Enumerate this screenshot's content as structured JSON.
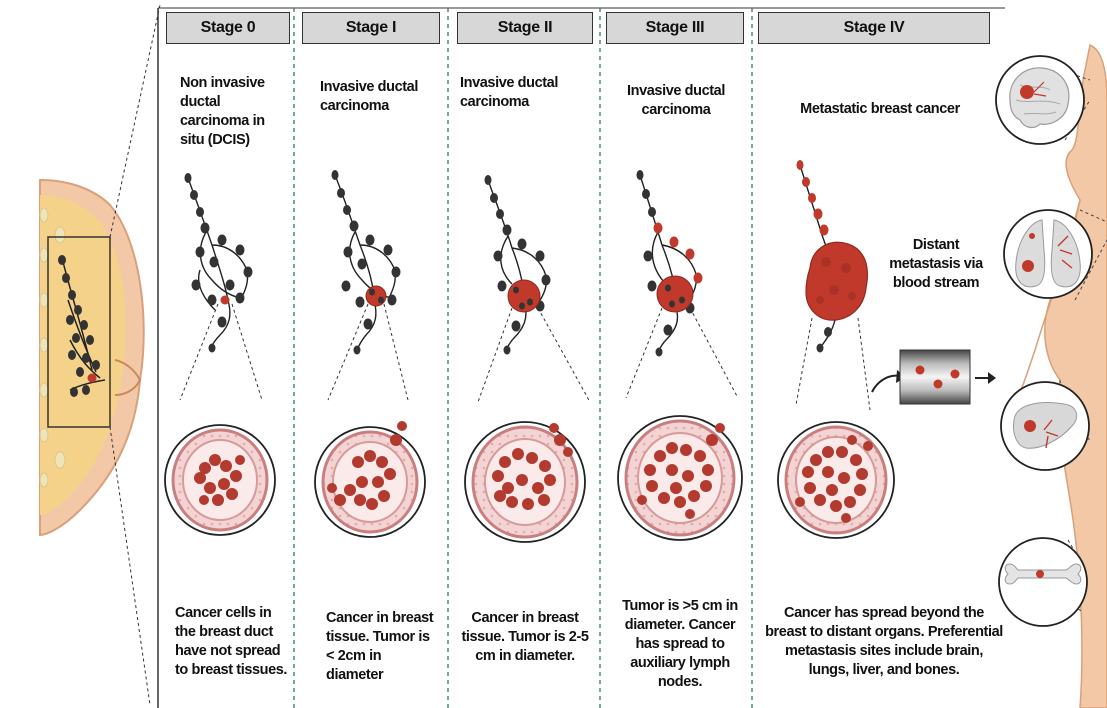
{
  "stages": [
    {
      "label": "Stage 0",
      "title": "Non invasive ductal carcinoma in situ (DCIS)",
      "description": "Cancer cells in the breast duct have not spread to breast tissues."
    },
    {
      "label": "Stage I",
      "title": "Invasive ductal carcinoma",
      "description": "Cancer in breast tissue. Tumor is < 2cm in diameter"
    },
    {
      "label": "Stage II",
      "title": "Invasive ductal carcinoma",
      "description": "Cancer in breast tissue. Tumor is 2-5 cm in diameter."
    },
    {
      "label": "Stage III",
      "title": "Invasive ductal carcinoma",
      "description": "Tumor is >5 cm in diameter. Cancer has spread to auxiliary lymph nodes."
    },
    {
      "label": "Stage IV",
      "title": "Metastatic breast cancer",
      "description": "Cancer has spread beyond the breast to distant organs. Preferential metastasis sites include  brain, lungs, liver, and bones."
    }
  ],
  "metastasis_label": "Distant metastasis via blood stream",
  "colors": {
    "tumor": "#c0392b",
    "duct": "#333333",
    "tissue": "#f1c9c9",
    "header": "#d7d7d7",
    "divider": "#2e7d5b",
    "skin": "#f3c8a6",
    "fat": "#f5d28a"
  }
}
